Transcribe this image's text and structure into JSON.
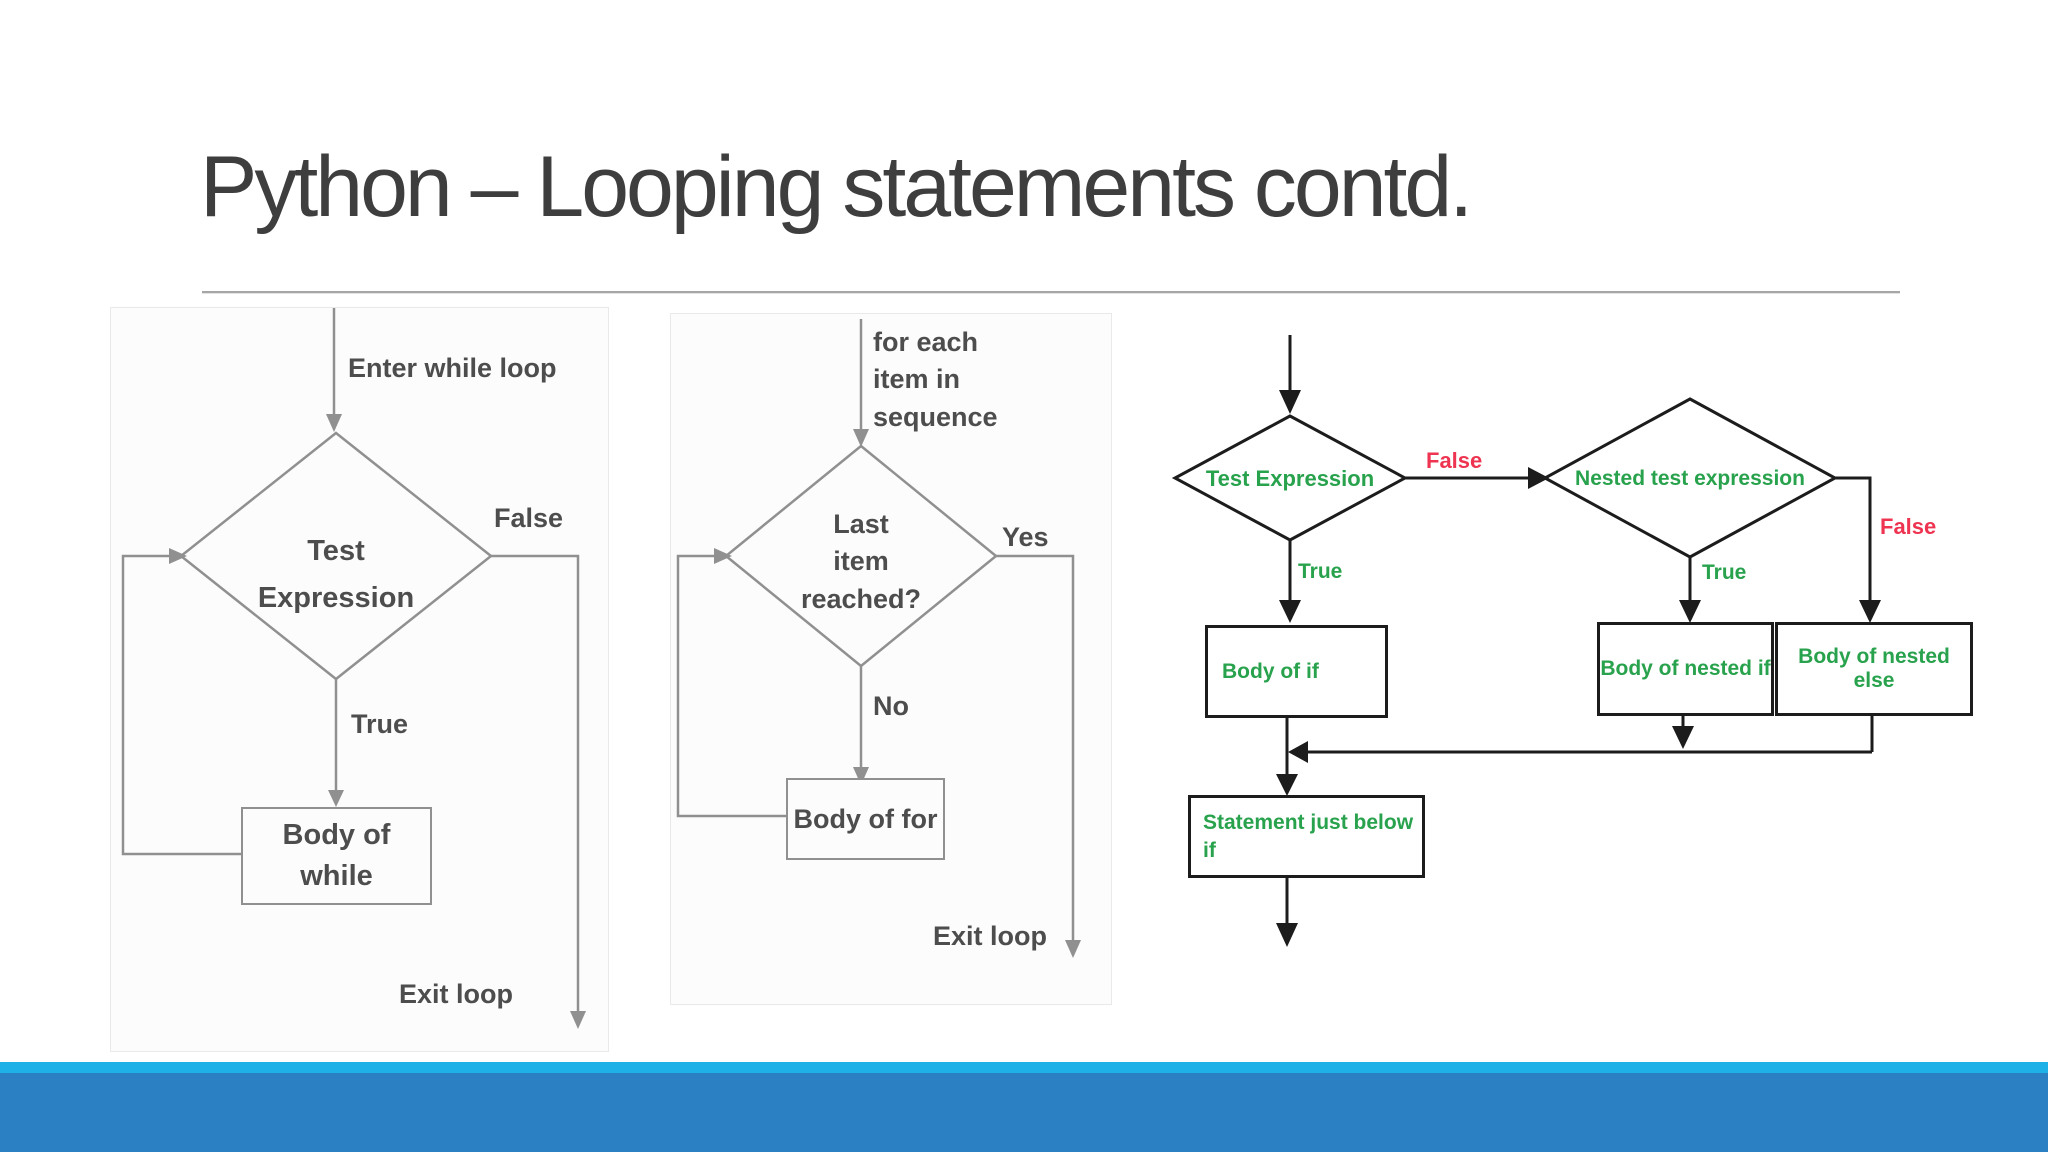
{
  "slide": {
    "title": "Python – Looping statements contd."
  },
  "while_chart": {
    "entry_label": "Enter while loop",
    "decision_lines": [
      "Test",
      "Expression"
    ],
    "false_label": "False",
    "true_label": "True",
    "body_lines": [
      "Body of",
      "while"
    ],
    "exit_label": "Exit loop"
  },
  "for_chart": {
    "entry_lines": [
      "for each",
      "item in",
      "sequence"
    ],
    "decision_lines": [
      "Last",
      "item",
      "reached?"
    ],
    "yes_label": "Yes",
    "no_label": "No",
    "body_label": "Body of for",
    "exit_label": "Exit loop"
  },
  "nested_if_chart": {
    "decision1_label": "Test Expression",
    "decision2_label": "Nested test expression",
    "false_label_outer": "False",
    "false_label_inner": "False",
    "true_label_outer": "True",
    "true_label_inner": "True",
    "body_if_label": "Body of if",
    "body_nested_if_label": "Body of nested if",
    "body_nested_else_label": "Body of nested else",
    "statement_lines": [
      "Statement just below",
      "if"
    ]
  },
  "colors": {
    "footer_cyan": "#1db1e8",
    "footer_blue": "#2a80c2",
    "chart_gray": "#909090",
    "chart_text_gray": "#4d4d4d",
    "nested_line_black": "#1c1c1c",
    "nested_green": "#28a24c",
    "nested_red": "#ee3450",
    "title_gray": "#3e3e3e"
  }
}
